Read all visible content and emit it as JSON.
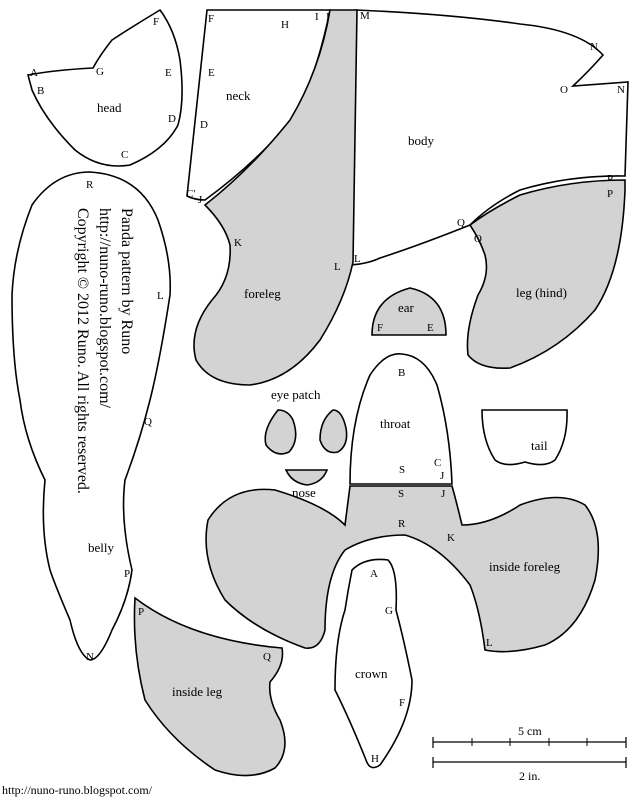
{
  "pieces": {
    "head": "head",
    "neck": "neck",
    "body": "body",
    "foreleg": "foreleg",
    "leg_hind": "leg (hind)",
    "ear": "ear",
    "eye_patch": "eye patch",
    "throat": "throat",
    "tail": "tail",
    "nose": "nose",
    "inside_foreleg": "inside foreleg",
    "inside_leg": "inside leg",
    "crown": "crown",
    "belly": "belly"
  },
  "marks": {
    "A": "A",
    "B": "B",
    "C": "C",
    "Cp": "C'",
    "D": "D",
    "E": "E",
    "F": "F",
    "G": "G",
    "H": "H",
    "I": "I",
    "J": "J",
    "K": "K",
    "L": "L",
    "M": "M",
    "N": "N",
    "O": "O",
    "P": "P",
    "Q": "Q",
    "R": "R",
    "S": "S"
  },
  "credits": {
    "title": "Panda pattern by Runo",
    "url": "http://nuno-runo.blogspot.com/",
    "copyright": "Copyright © 2012 Runo. All rights reserved."
  },
  "scale": {
    "metric": "5 cm",
    "imperial": "2 in."
  },
  "footer": {
    "url": "http://nuno-runo.blogspot.com/"
  },
  "colors": {
    "grey_piece": "#d3d3d3",
    "white_piece": "#ffffff",
    "outline": "#000000"
  }
}
